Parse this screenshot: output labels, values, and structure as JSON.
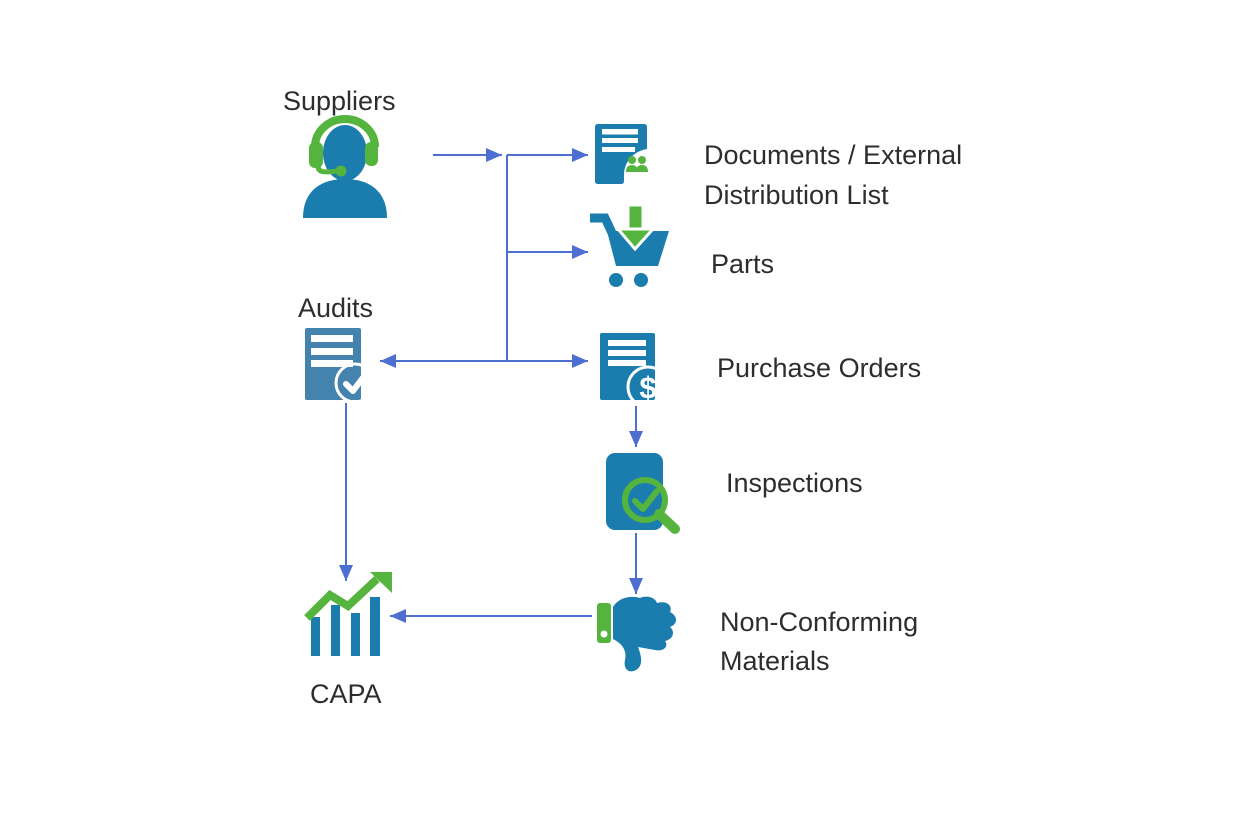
{
  "diagram": {
    "colors": {
      "icon_blue": "#1b7dae",
      "icon_blue_light": "#4583af",
      "icon_green": "#54b43e",
      "arrow_blue": "#4d6fd2",
      "label_text": "#2d2d2d",
      "background": "#ffffff"
    },
    "nodes": {
      "suppliers": {
        "label": "Suppliers",
        "icon": "support-person-icon"
      },
      "documents": {
        "label_line1": "Documents / External",
        "label_line2": "Distribution List",
        "icon": "document-people-icon"
      },
      "parts": {
        "label": "Parts",
        "icon": "cart-download-icon"
      },
      "audits": {
        "label": "Audits",
        "icon": "document-check-icon"
      },
      "purchase_orders": {
        "label": "Purchase Orders",
        "badge": "$",
        "icon": "document-dollar-icon"
      },
      "inspections": {
        "label": "Inspections",
        "icon": "inspection-magnifier-icon"
      },
      "non_conforming_materials": {
        "label_line1": "Non-Conforming",
        "label_line2": "Materials",
        "icon": "thumbs-down-icon"
      },
      "capa": {
        "label": "CAPA",
        "icon": "bar-chart-growth-icon"
      }
    },
    "edges": [
      {
        "from": "suppliers",
        "to": "junction"
      },
      {
        "from": "junction",
        "to": "documents"
      },
      {
        "from": "junction",
        "to": "parts"
      },
      {
        "from": "junction",
        "to": "purchase_orders"
      },
      {
        "from": "junction",
        "to": "audits"
      },
      {
        "from": "purchase_orders",
        "to": "inspections"
      },
      {
        "from": "inspections",
        "to": "non_conforming_materials"
      },
      {
        "from": "non_conforming_materials",
        "to": "capa"
      },
      {
        "from": "audits",
        "to": "capa"
      }
    ]
  }
}
